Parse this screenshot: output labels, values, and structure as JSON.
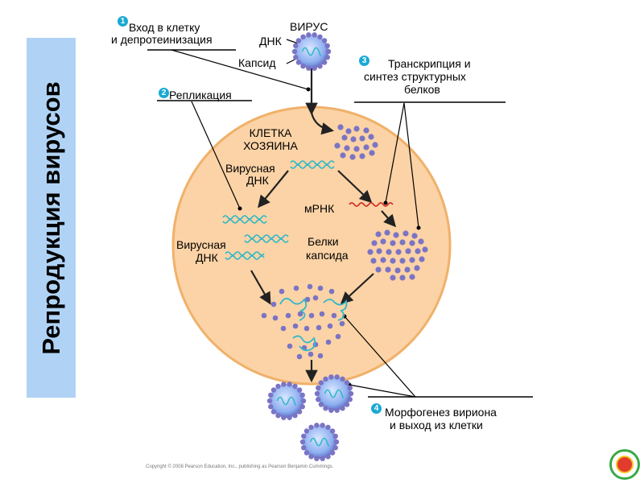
{
  "side_title": "Репродукция вирусов",
  "steps": [
    {
      "num": "1",
      "text_lines": [
        "Вход в клетку",
        "и депротеинизация"
      ]
    },
    {
      "num": "2",
      "text_lines": [
        "Репликация"
      ]
    },
    {
      "num": "3",
      "text_lines": [
        "Транскрипция и",
        "синтез структурных",
        "белков"
      ]
    },
    {
      "num": "4",
      "text_lines": [
        "Морфогенез вириона",
        "и выход из клетки"
      ]
    }
  ],
  "labels": {
    "virus": "ВИРУС",
    "dna_top": "ДНК",
    "capsid": "Капсид",
    "host_cell_lines": [
      "КЛЕТКА",
      "ХОЗЯИНА"
    ],
    "viral_dna_1_lines": [
      "Вирусная",
      "ДНК"
    ],
    "mrna": "мРНК",
    "viral_dna_2_lines": [
      "Вирусная",
      "ДНК"
    ],
    "capsid_proteins_lines": [
      "Белки",
      "капсида"
    ]
  },
  "copyright": "Copyright © 2008 Pearson Education, Inc., publishing as Pearson Benjamin Cummings.",
  "colors": {
    "banner": "#b0d3f5",
    "cell_fill": "#fbd3a6",
    "cell_stroke": "#f0b16a",
    "dna": "#2fb8c8",
    "mrna": "#d4322b",
    "protein": "#7b74c4",
    "step_badge": "#1aa9d4"
  }
}
